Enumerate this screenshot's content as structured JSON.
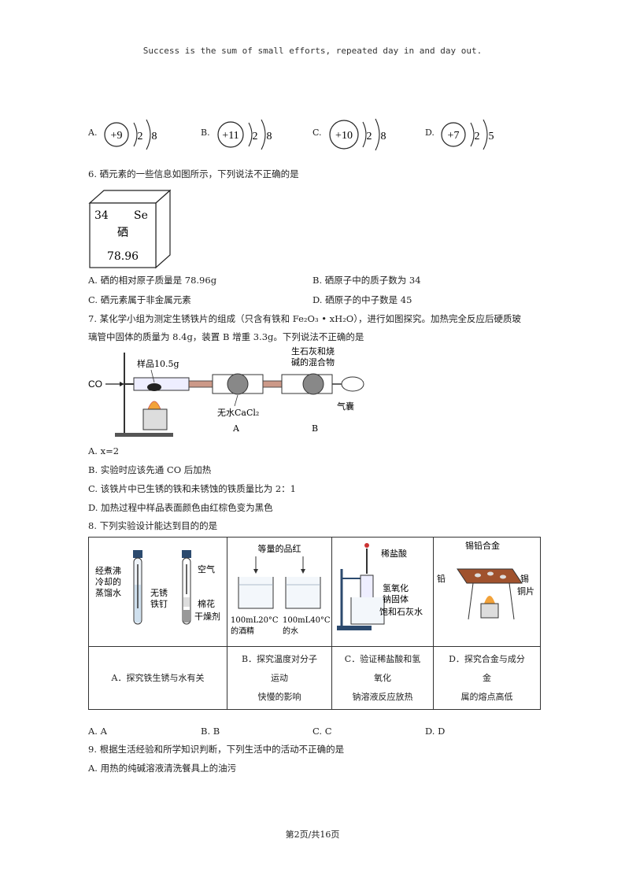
{
  "header": "Success is the sum of small efforts, repeated day in and day out.",
  "q5_options": [
    {
      "label": "A.",
      "nucleus": "+9",
      "shells": [
        "2",
        "8"
      ]
    },
    {
      "label": "B.",
      "nucleus": "+11",
      "shells": [
        "2",
        "8"
      ]
    },
    {
      "label": "C.",
      "nucleus": "+10",
      "shells": [
        "2",
        "8"
      ]
    },
    {
      "label": "D.",
      "nucleus": "+7",
      "shells": [
        "2",
        "5"
      ]
    }
  ],
  "q6": {
    "stem": "6. 硒元素的一些信息如图所示，下列说法不正确的是",
    "element": {
      "number": "34",
      "symbol": "Se",
      "name": "硒",
      "mass": "78.96"
    },
    "options": [
      "A. 硒的相对原子质量是 78.96g",
      "B. 硒原子中的质子数为 34",
      "C. 硒元素属于非金属元素",
      "D. 硒原子的中子数是 45"
    ]
  },
  "q7": {
    "stem_line1": "7. 某化学小组为测定生锈铁片的组成（只含有铁和 Fe₂O₃ • xH₂O），进行如图探究。加热完全反应后硬质玻",
    "stem_line2": "璃管中固体的质量为 8.4g，装置 B 增重 3.3g。下列说法不正确的是",
    "figure": {
      "co": "CO",
      "sample": "样品10.5g",
      "absorbent_b_line1": "生石灰和烧",
      "absorbent_b_line2": "碱的混合物",
      "cacl2": "无水CaCl₂",
      "bag": "气囊",
      "label_a": "A",
      "label_b": "B"
    },
    "options": [
      "A. x=2",
      "B. 实验时应该先通 CO 后加热",
      "C. 该铁片中已生锈的铁和未锈蚀的铁质量比为 2：1",
      "D. 加热过程中样品表面颜色由红棕色变为黑色"
    ]
  },
  "q8": {
    "stem": "8. 下列实验设计能达到目的的是",
    "cells": {
      "a": {
        "water": [
          "经煮沸",
          "冷却的",
          "蒸馏水"
        ],
        "air": "空气",
        "nail": [
          "无锈",
          "铁钉"
        ],
        "cotton": "棉花",
        "desiccant": "干燥剂"
      },
      "b": {
        "top": "等量的品红",
        "left": [
          "100mL20°C",
          "的酒精"
        ],
        "right": [
          "100mL40°C",
          "的水"
        ]
      },
      "c": {
        "acid": "稀盐酸",
        "solid": [
          "氢氧化",
          "钠固体"
        ],
        "lime": "饱和石灰水"
      },
      "d": {
        "alloy": "锡铅合金",
        "lead": "铅",
        "tin": "锡",
        "copper": "铜片"
      }
    },
    "captions": [
      [
        "A．探究铁生锈与水有关"
      ],
      [
        "B．探究温度对分子",
        "运动",
        "快慢的影响"
      ],
      [
        "C．验证稀盐酸和氢",
        "氧化",
        "钠溶液反应放热"
      ],
      [
        "D．探究合金与成分",
        "金",
        "属的熔点高低"
      ]
    ],
    "options": [
      "A. A",
      "B. B",
      "C. C",
      "D. D"
    ]
  },
  "q9": {
    "stem": "9. 根据生活经验和所学知识判断，下列生活中的活动不正确的是",
    "option_a": "A. 用热的纯碱溶液清洗餐具上的油污"
  },
  "footer": "第2页/共16页"
}
